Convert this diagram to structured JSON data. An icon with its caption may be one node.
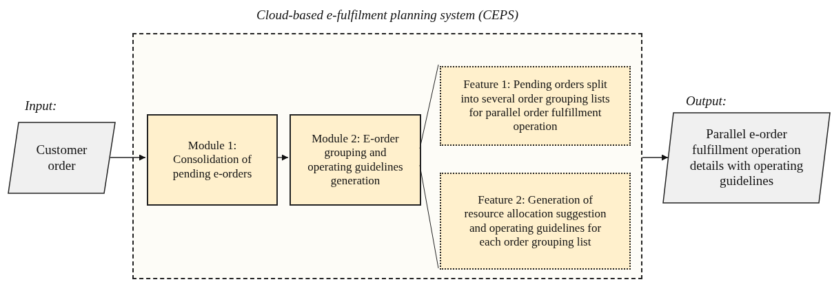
{
  "diagram": {
    "nodes": [
      {
        "text": [
          "Cloud-based e-fulfilment planning system (CEPS)"
        ]
      },
      {
        "text": [
          "Customer order"
        ],
        "beside": [
          "Input:"
        ]
      },
      {
        "text": [
          "Module 1: Consolidation of pending e-orders"
        ],
        "in": 0
      },
      {
        "text": [
          "Module 2: E-order grouping and operating guidelines generation"
        ],
        "in": 0
      },
      {
        "text": [
          "Feature 1: Pending orders split into several order grouping lists for parallel order fulfillment operation"
        ],
        "in": 0
      },
      {
        "text": [
          "Feature 2: Generation of resource allocation suggestion and operating guidelines for each order grouping list"
        ],
        "in": 0
      },
      {
        "text": [
          "Parallel e-order fulfillment operation details with operating guidelines"
        ],
        "beside": [
          "Output:"
        ]
      }
    ],
    "edges": [
      {
        "from": 1,
        "to": 2,
        "arrow": "to"
      },
      {
        "from": 2,
        "to": 3,
        "arrow": "to"
      },
      {
        "from": 3,
        "to": 4,
        "arrow": "none"
      },
      {
        "from": 3,
        "to": 5,
        "arrow": "none"
      },
      {
        "from": 0,
        "to": 6,
        "arrow": "to"
      }
    ]
  }
}
